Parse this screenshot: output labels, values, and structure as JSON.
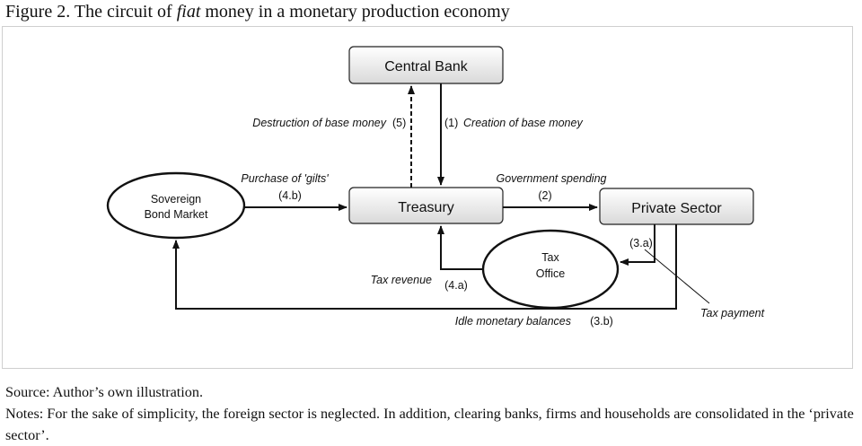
{
  "figure": {
    "caption_prefix": "Figure 2. The circuit of ",
    "caption_italic": "fiat",
    "caption_suffix": " money in a monetary production economy"
  },
  "nodes": {
    "central_bank": "Central Bank",
    "treasury": "Treasury",
    "private_sector": "Private Sector",
    "bond_market_line1": "Sovereign",
    "bond_market_line2": "Bond Market",
    "tax_office_line1": "Tax",
    "tax_office_line2": "Office"
  },
  "flows": {
    "destruction": "Destruction of base money",
    "destruction_num": "(5)",
    "creation_num": "(1)",
    "creation": "Creation of base money",
    "purchase_gilts": "Purchase of 'gilts'",
    "purchase_num": "(4.b)",
    "gov_spending": "Government spending",
    "gov_spending_num": "(2)",
    "tax_payment_num": "(3.a)",
    "tax_payment": "Tax payment",
    "tax_revenue": "Tax revenue",
    "tax_revenue_num": "(4.a)",
    "idle_balances": "Idle monetary balances",
    "idle_num": "(3.b)"
  },
  "footer": {
    "source": "Source: Author’s own illustration.",
    "notes": "Notes: For the sake of simplicity, the foreign sector is neglected. In addition, clearing banks, firms and households are consolidated in the ‘private sector’."
  }
}
